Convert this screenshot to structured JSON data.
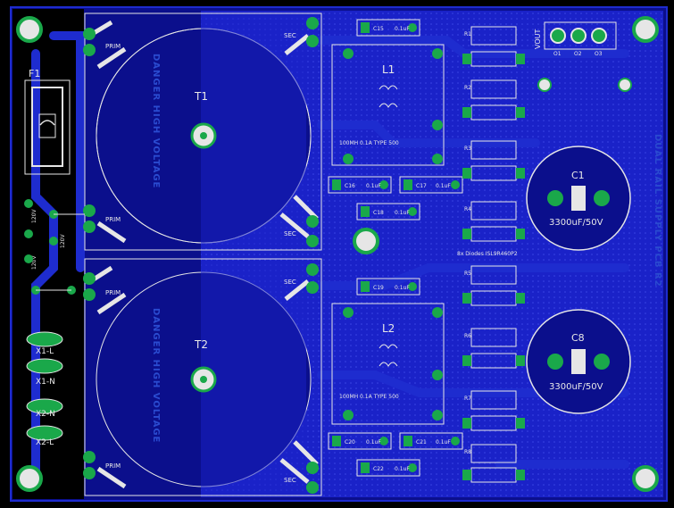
{
  "colors": {
    "background": "#000000",
    "board": "#0b0f8c",
    "copper_fill": "#1a22c8",
    "trace": "#1e2ccf",
    "pad": "#1aa84a",
    "silkscreen": "#e6e6e6"
  },
  "transformers": {
    "t1": {
      "ref": "T1",
      "prim_top": "PRIM",
      "prim_bottom": "PRIM",
      "sec_top": "SEC",
      "sec_bottom": "SEC",
      "warning": "DANGER HIGH VOLTAGE"
    },
    "t2": {
      "ref": "T2",
      "prim_top": "PRIM",
      "prim_bottom": "PRIM",
      "sec_top": "SEC",
      "sec_bottom": "SEC",
      "warning": "DANGER HIGH VOLTAGE"
    }
  },
  "fuse": {
    "ref": "F1"
  },
  "voltage_labels": [
    "120V",
    "120V",
    "120V"
  ],
  "connectors": [
    "X1-L",
    "X1-N",
    "X2-N",
    "X2-L"
  ],
  "inductors": {
    "l1": {
      "ref": "L1",
      "value": "100MH 0.1A TYPE 500"
    },
    "l2": {
      "ref": "L2",
      "value": "100MH 0.1A TYPE 500"
    }
  },
  "caps_small": [
    {
      "ref": "C15",
      "value": "0.1uF"
    },
    {
      "ref": "C16",
      "value": "0.1uF"
    },
    {
      "ref": "C17",
      "value": "0.1uF"
    },
    {
      "ref": "C18",
      "value": "0.1uF"
    },
    {
      "ref": "C19",
      "value": "0.1uF"
    },
    {
      "ref": "C20",
      "value": "0.1uF"
    },
    {
      "ref": "C21",
      "value": "0.1uF"
    },
    {
      "ref": "C22",
      "value": "0.1uF"
    }
  ],
  "electrolytics": {
    "c1": {
      "ref": "C1",
      "value": "3300uF/50V"
    },
    "c8": {
      "ref": "C8",
      "value": "3300uF/50V"
    }
  },
  "resistors": [
    "R1",
    "R2",
    "R3",
    "R4",
    "R5",
    "R6",
    "R7",
    "R8"
  ],
  "diode_note": "8x Diodes ISL9R460P2",
  "vout": {
    "label": "VOUT",
    "pins": [
      "O1",
      "O2",
      "O3"
    ]
  },
  "side_text": "DUAL RAIL SUPPLY PCB R2"
}
